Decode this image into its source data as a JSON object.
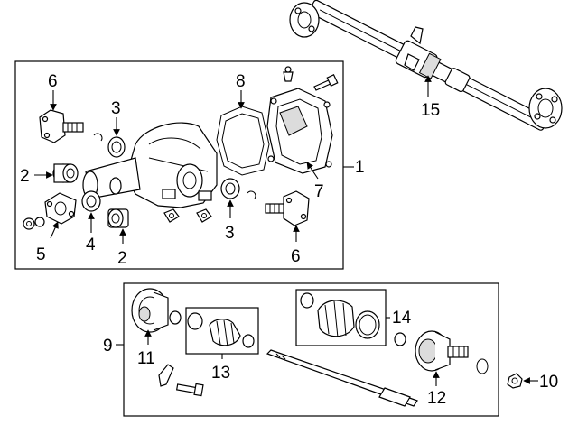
{
  "callouts": {
    "c1": "1",
    "c2a": "2",
    "c2b": "2",
    "c3a": "3",
    "c3b": "3",
    "c4": "4",
    "c5": "5",
    "c6a": "6",
    "c6b": "6",
    "c7": "7",
    "c8": "8",
    "c9": "9",
    "c10": "10",
    "c11": "11",
    "c12": "12",
    "c13": "13",
    "c14": "14",
    "c15": "15"
  }
}
